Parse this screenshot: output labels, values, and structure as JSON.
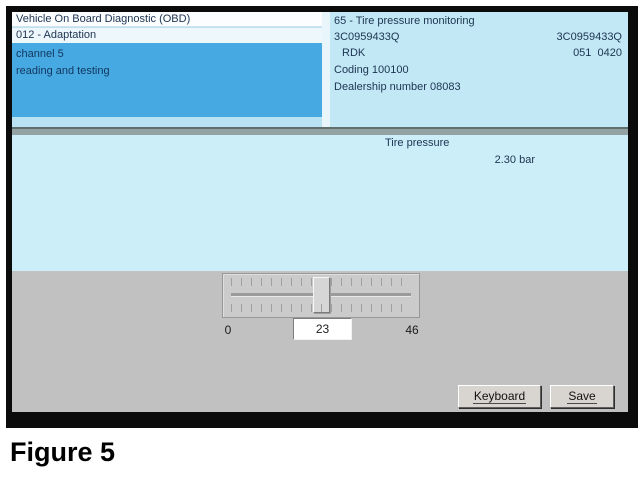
{
  "window": {
    "header_left": {
      "title": "Vehicle On Board Diagnostic (OBD)",
      "subtitle": "012 - Adaptation",
      "channel": "channel 5",
      "mode": "reading and testing"
    },
    "header_right": {
      "module": "65 - Tire pressure monitoring",
      "part_number": "3C0959433Q",
      "part_number_right": "3C0959433Q",
      "component": "RDK",
      "version": "051  0420",
      "coding": "Coding 100100",
      "dealership": "Dealership number 08083"
    },
    "measurement": {
      "label": "Tire pressure",
      "value": "2.30 bar"
    },
    "slider": {
      "min_label": "0",
      "max_label": "46",
      "value": "23"
    },
    "buttons": {
      "keyboard": "Keyboard",
      "save": "Save"
    }
  },
  "caption": "Figure 5",
  "colors": {
    "selection_blue": "#47a9e1",
    "header_panel_blue": "#c2e8f5",
    "content_panel_blue": "#cbeef9",
    "control_gray": "#c1c1c1",
    "frame_black": "#0b0b0b"
  }
}
